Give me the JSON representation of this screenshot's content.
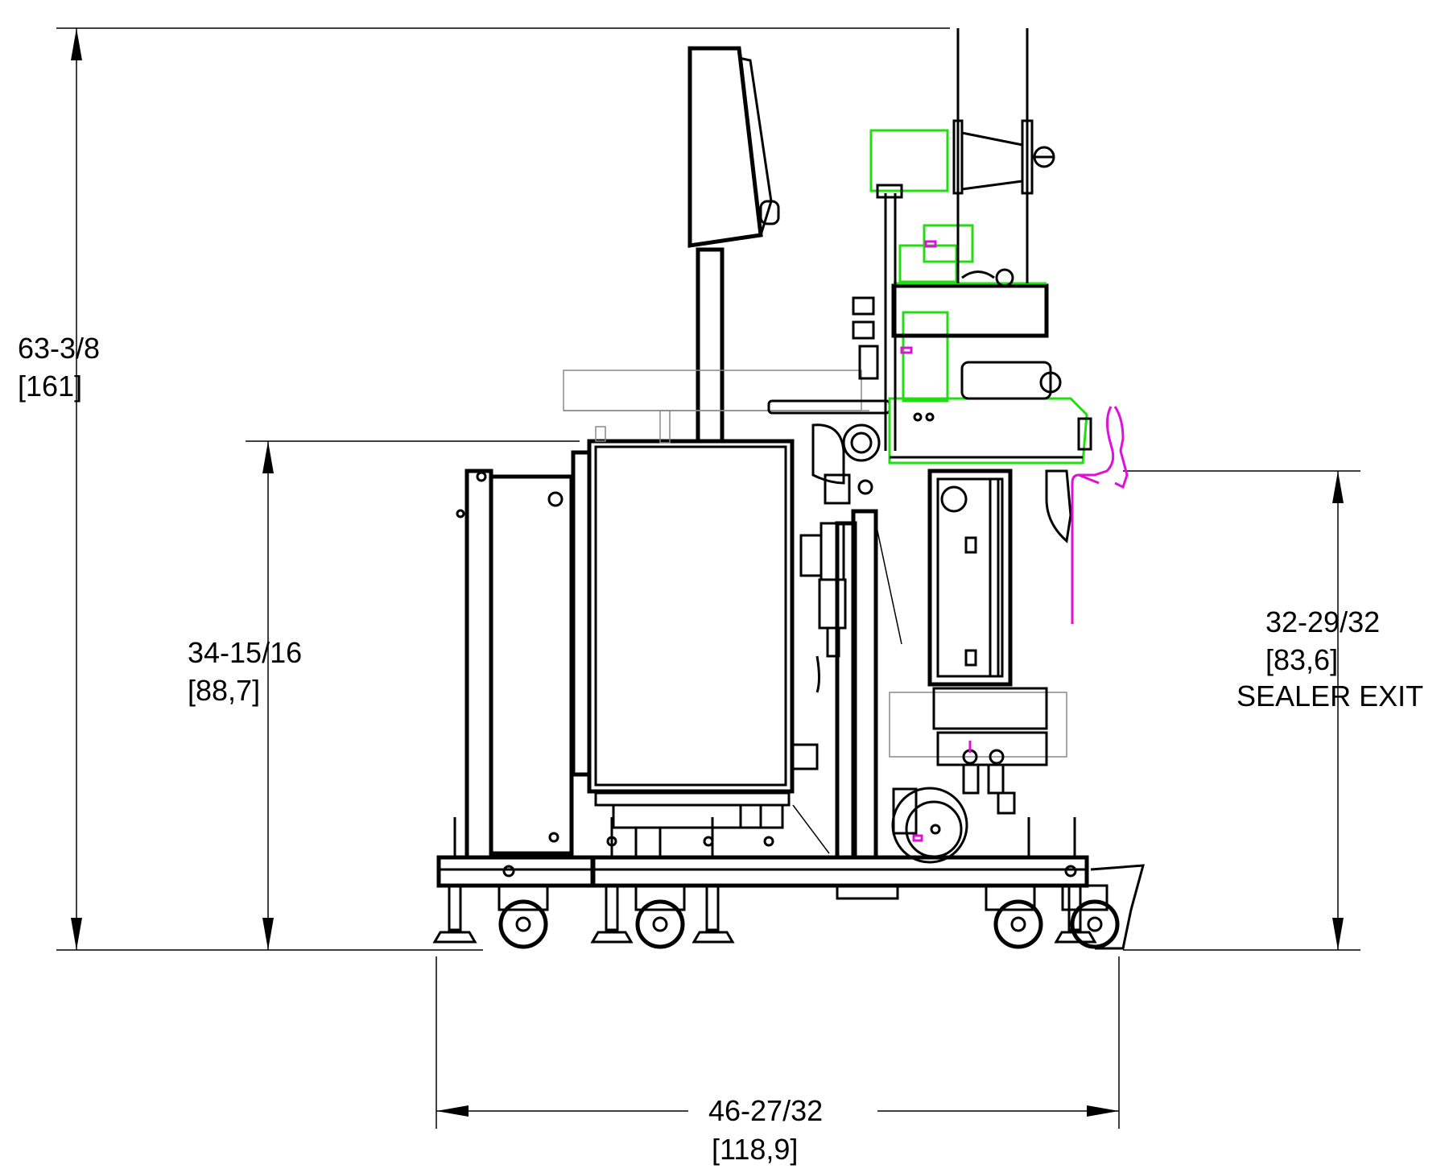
{
  "dimensions": {
    "overall_height": {
      "imperial": "63-3/8",
      "metric": "[161]"
    },
    "table_height": {
      "imperial": "34-15/16",
      "metric": "[88,7]"
    },
    "sealer_exit": {
      "imperial": "32-29/32",
      "metric": "[83,6]",
      "label": "SEALER EXIT"
    },
    "overall_length": {
      "imperial": "46-27/32",
      "metric": "[118,9]"
    }
  },
  "colors": {
    "outline": "#000000",
    "highlight_green": "#22dd11",
    "highlight_magenta": "#e010d8"
  }
}
